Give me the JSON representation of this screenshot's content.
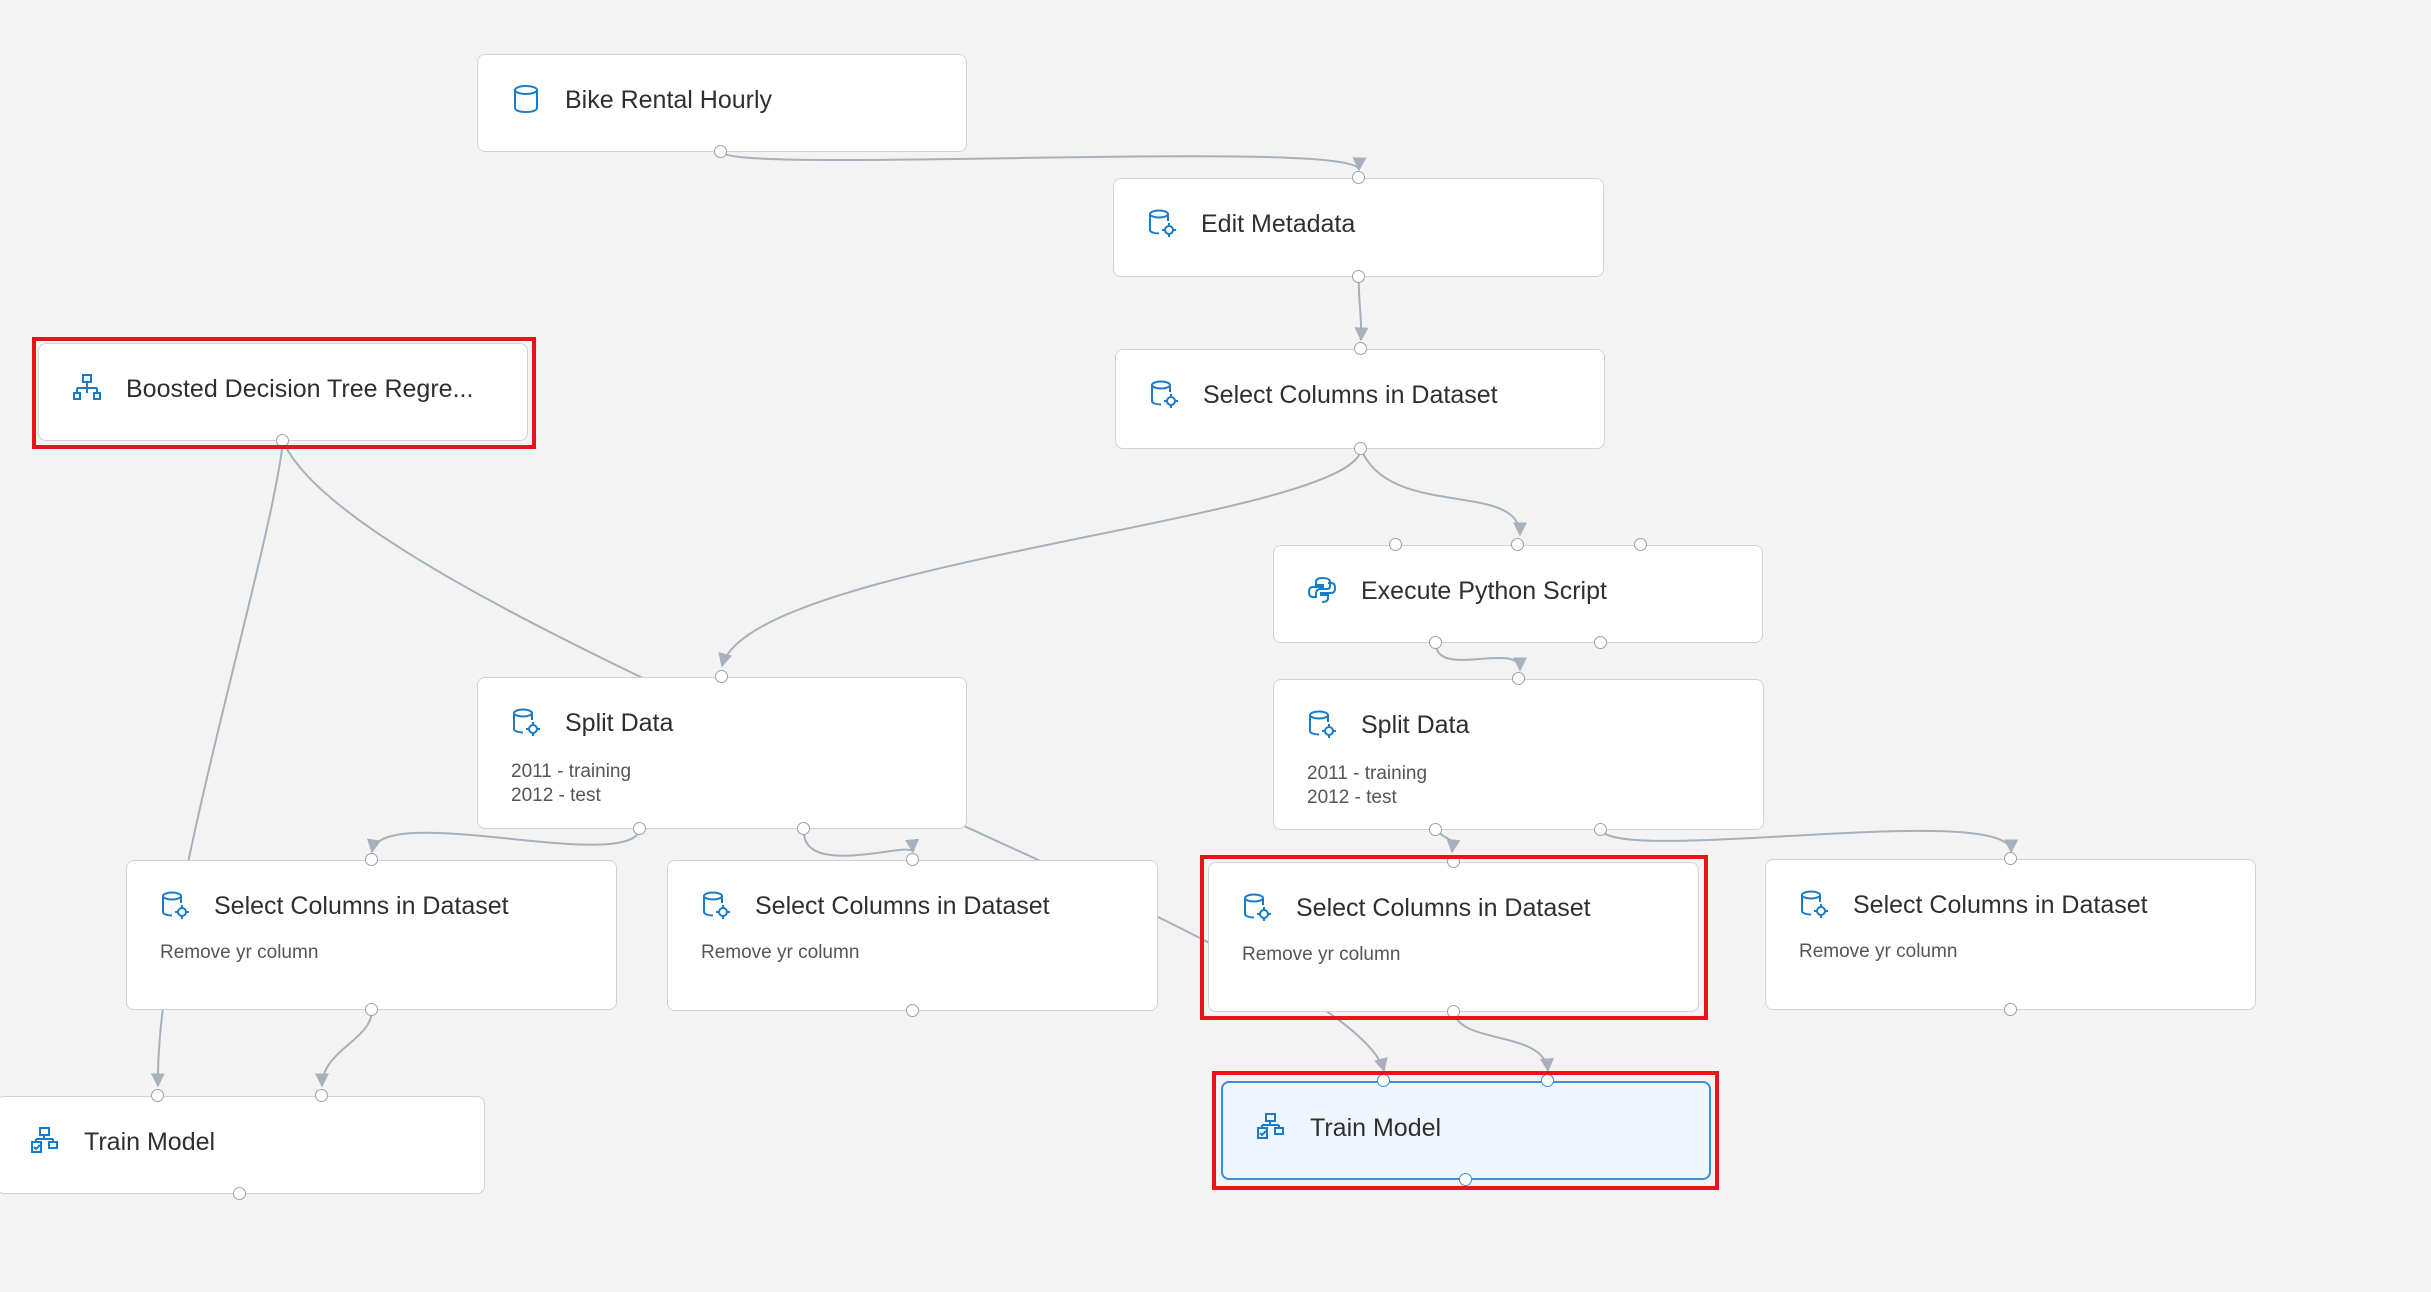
{
  "canvas": {
    "background": "#f3f3f3",
    "edge_color": "#a7b1bd",
    "highlight_color": "#e8141a",
    "accent": "#1a7bc9"
  },
  "nodes": {
    "bike_rental": {
      "title": "Bike Rental Hourly",
      "icon": "database-icon"
    },
    "edit_metadata": {
      "title": "Edit Metadata",
      "icon": "dataset-transform-icon"
    },
    "select_columns_top": {
      "title": "Select Columns in Dataset",
      "icon": "dataset-transform-icon"
    },
    "boosted_tree": {
      "title": "Boosted Decision Tree Regre...",
      "icon": "decision-tree-icon"
    },
    "execute_python": {
      "title": "Execute Python Script",
      "icon": "python-icon"
    },
    "split_left": {
      "title": "Split Data",
      "icon": "dataset-transform-icon",
      "lines": [
        "2011 - training",
        "2012 - test"
      ]
    },
    "split_right": {
      "title": "Split Data",
      "icon": "dataset-transform-icon",
      "lines": [
        "2011 - training",
        "2012 - test"
      ]
    },
    "select_1": {
      "title": "Select Columns in Dataset",
      "subtitle": "Remove yr column",
      "icon": "dataset-transform-icon"
    },
    "select_2": {
      "title": "Select Columns in Dataset",
      "subtitle": "Remove yr column",
      "icon": "dataset-transform-icon"
    },
    "select_3": {
      "title": "Select Columns in Dataset",
      "subtitle": "Remove yr column",
      "icon": "dataset-transform-icon"
    },
    "select_4": {
      "title": "Select Columns in Dataset",
      "subtitle": "Remove yr column",
      "icon": "dataset-transform-icon"
    },
    "train_left": {
      "title": "Train Model",
      "icon": "train-model-icon"
    },
    "train_right": {
      "title": "Train Model",
      "icon": "train-model-icon",
      "selected": true
    }
  }
}
